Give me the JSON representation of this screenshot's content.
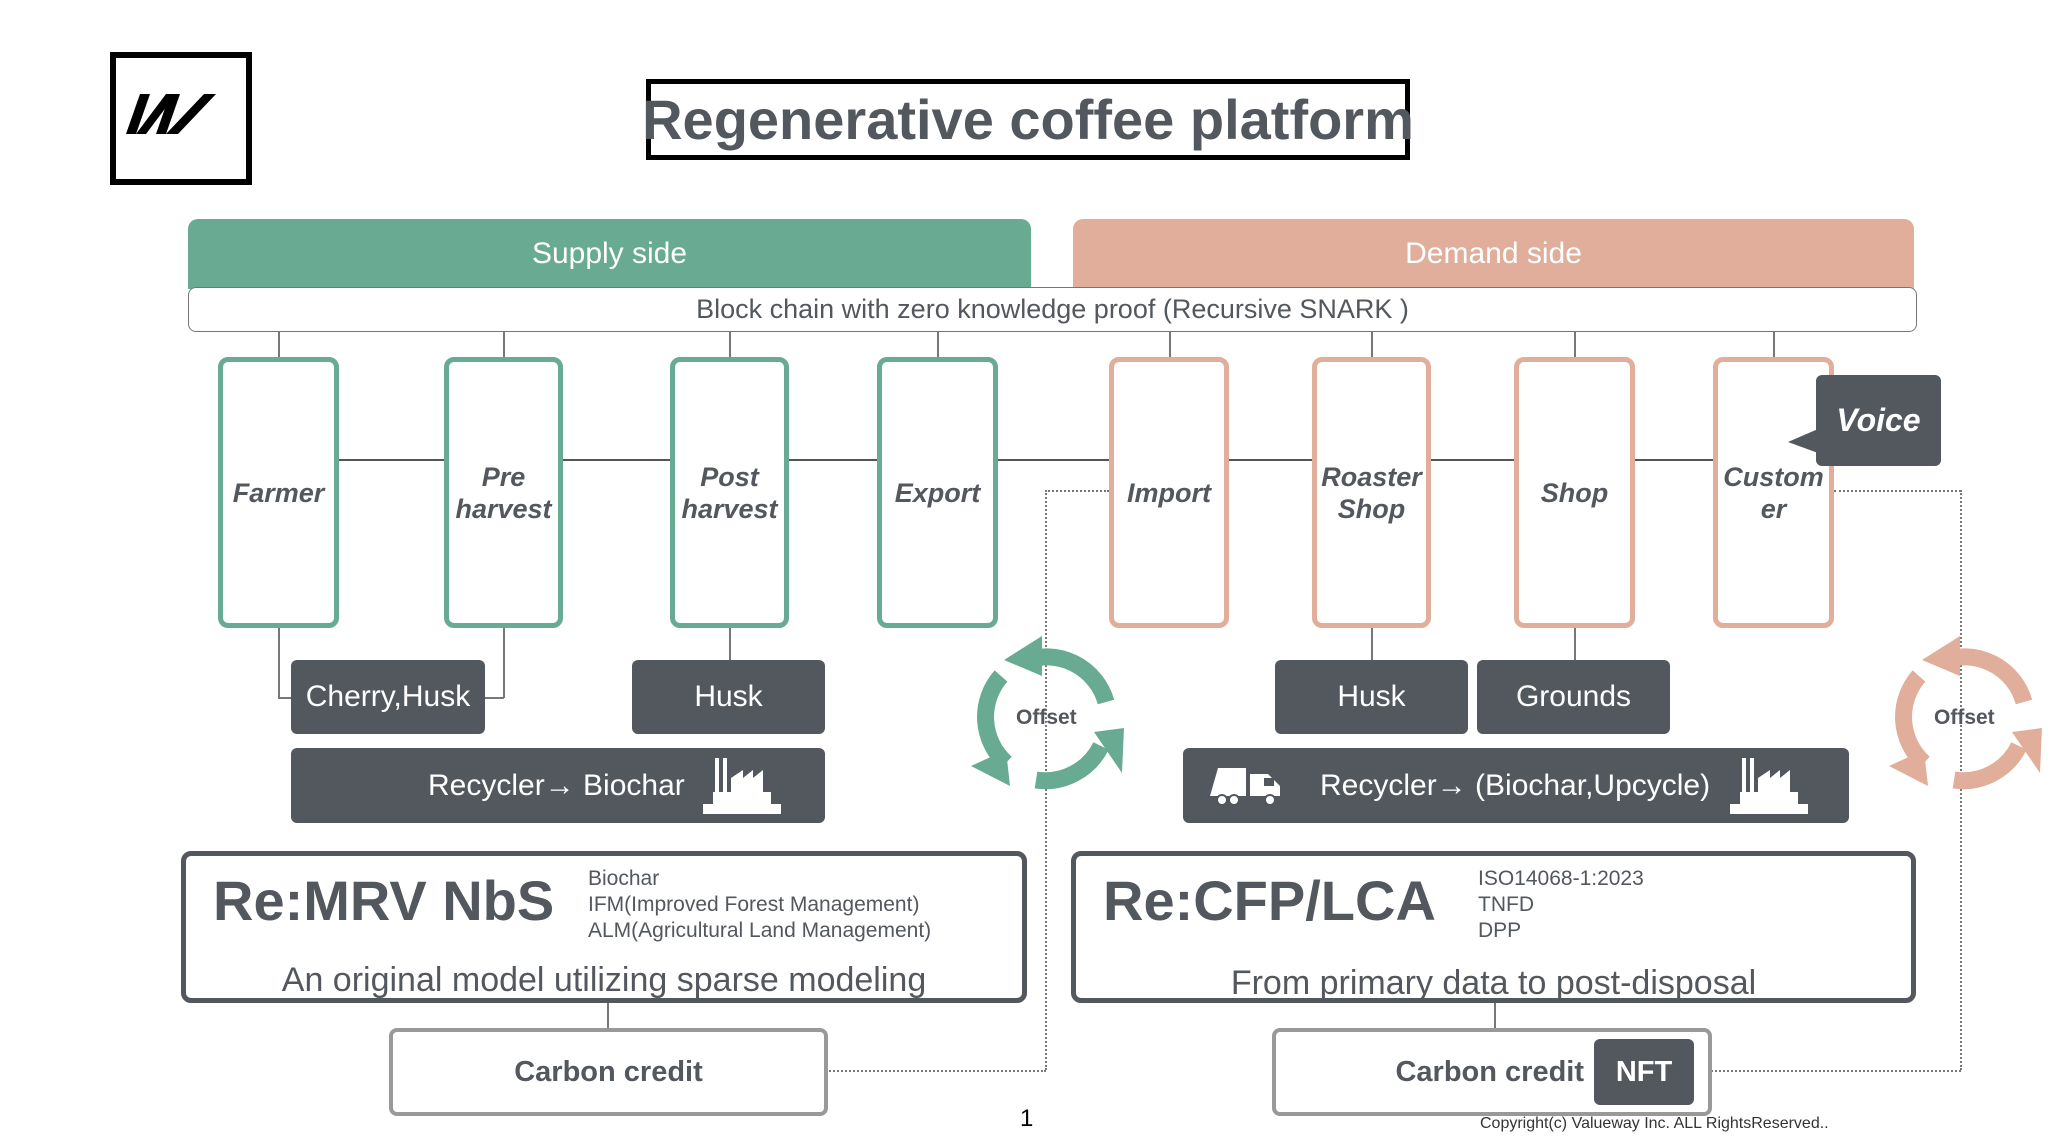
{
  "logo": {
    "text": "VW",
    "icon": "valueway-logo-icon"
  },
  "title": "Regenerative coffee platform",
  "sides": {
    "supply": "Supply side",
    "demand": "Demand side"
  },
  "colors": {
    "supply": "#68ab92",
    "demand": "#e0ae9a",
    "dark": "#53575e"
  },
  "blockchain": "Block chain with zero knowledge proof (Recursive SNARK )",
  "stages": {
    "supply": [
      {
        "line1": "Farmer",
        "line2": ""
      },
      {
        "line1": "Pre",
        "line2": "harvest"
      },
      {
        "line1": "Post",
        "line2": "harvest"
      },
      {
        "line1": "Export",
        "line2": ""
      }
    ],
    "demand": [
      {
        "line1": "Import",
        "line2": ""
      },
      {
        "line1": "Roaster",
        "line2": "Shop"
      },
      {
        "line1": "Shop",
        "line2": ""
      },
      {
        "line1": "Custom",
        "line2": "er"
      }
    ]
  },
  "voice": "Voice",
  "waste": {
    "supply": [
      "Cherry,Husk",
      "Husk"
    ],
    "demand": [
      "Husk",
      "Grounds"
    ]
  },
  "recyclers": {
    "supply": "Recycler→ Biochar",
    "demand": "Recycler→ (Biochar,Upcycle)"
  },
  "offset": {
    "left": "Offset",
    "right": "Offset"
  },
  "panels": {
    "mrv": {
      "title": "Re:MRV  NbS",
      "items": [
        "Biochar",
        "IFM(Improved Forest Management)",
        "ALM(Agricultural Land Management)"
      ],
      "subtitle": "An original model utilizing sparse modeling"
    },
    "cfp": {
      "title": "Re:CFP/LCA",
      "items": [
        "ISO14068-1:2023",
        "TNFD",
        "DPP"
      ],
      "subtitle": "From primary data to post-disposal"
    }
  },
  "credits": {
    "left": "Carbon credit",
    "right": "Carbon credit",
    "nft": "NFT"
  },
  "page_number": "1",
  "copyright": "Copyright(c) Valueway Inc. ALL RightsReserved.."
}
